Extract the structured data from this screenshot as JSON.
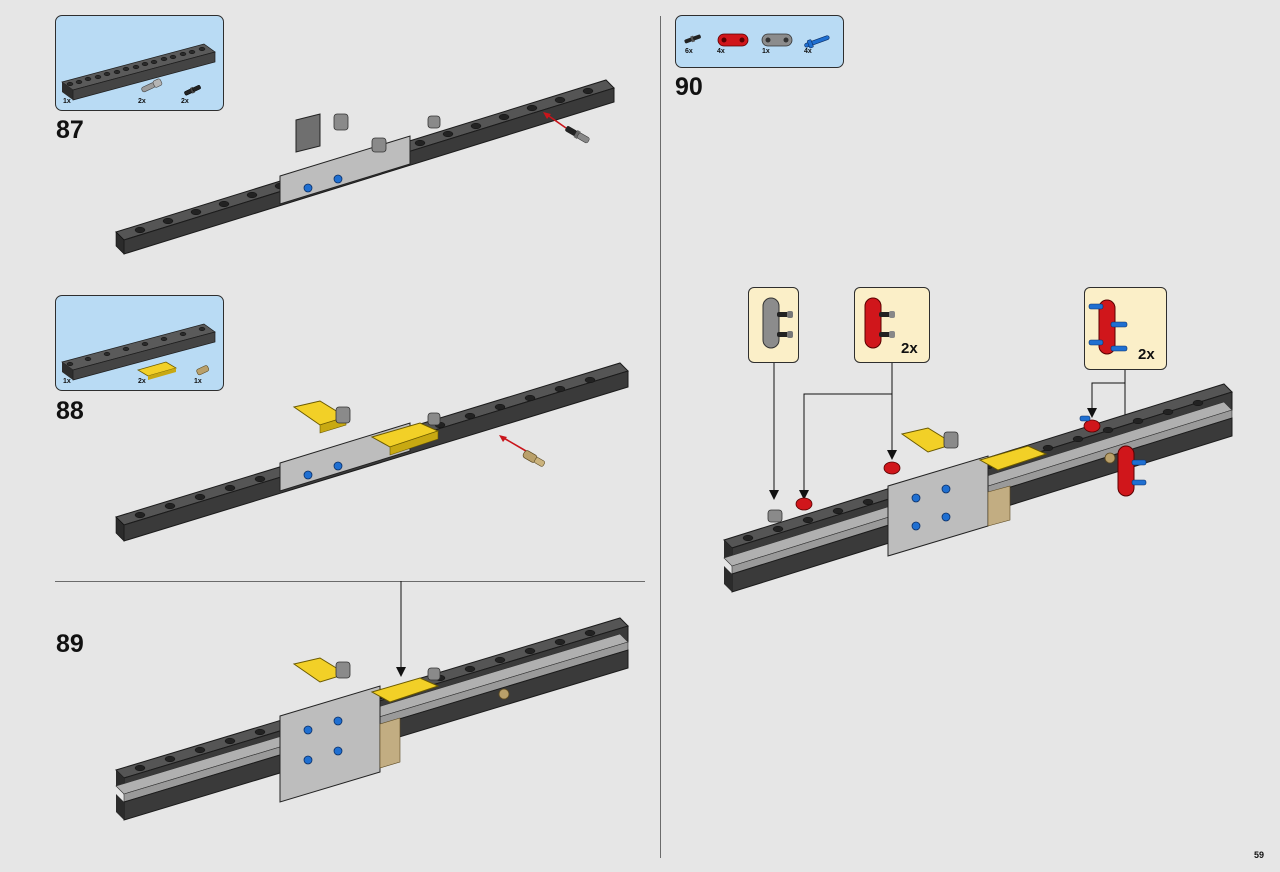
{
  "page_number": "59",
  "steps": [
    {
      "number": "87",
      "parts": [
        {
          "qty": "1x",
          "name": "technic-beam-15"
        },
        {
          "qty": "2x",
          "name": "axle-pin-grey"
        },
        {
          "qty": "2x",
          "name": "friction-pin-black"
        }
      ]
    },
    {
      "number": "88",
      "parts": [
        {
          "qty": "1x",
          "name": "technic-beam-15"
        },
        {
          "qty": "2x",
          "name": "plate-1x4-yellow"
        },
        {
          "qty": "1x",
          "name": "pin-tan"
        }
      ]
    },
    {
      "number": "89"
    },
    {
      "number": "90",
      "parts": [
        {
          "qty": "6x",
          "name": "friction-pin-black"
        },
        {
          "qty": "4x",
          "name": "beam-2-red"
        },
        {
          "qty": "1x",
          "name": "beam-2-grey"
        },
        {
          "qty": "4x",
          "name": "axle-pin-blue"
        }
      ]
    }
  ],
  "callouts": [
    {
      "name": "grey-connector"
    },
    {
      "name": "red-connector",
      "qty": "2x"
    },
    {
      "name": "red-blue-connector",
      "qty": "2x"
    }
  ],
  "colors": {
    "background": "#e6e6e6",
    "parts_box": "#b9dbf4",
    "callout_box": "#fbefc8",
    "beam": "#3d3d3d",
    "yellow": "#f2d027",
    "red": "#d0161b",
    "blue": "#1f6fd1"
  }
}
